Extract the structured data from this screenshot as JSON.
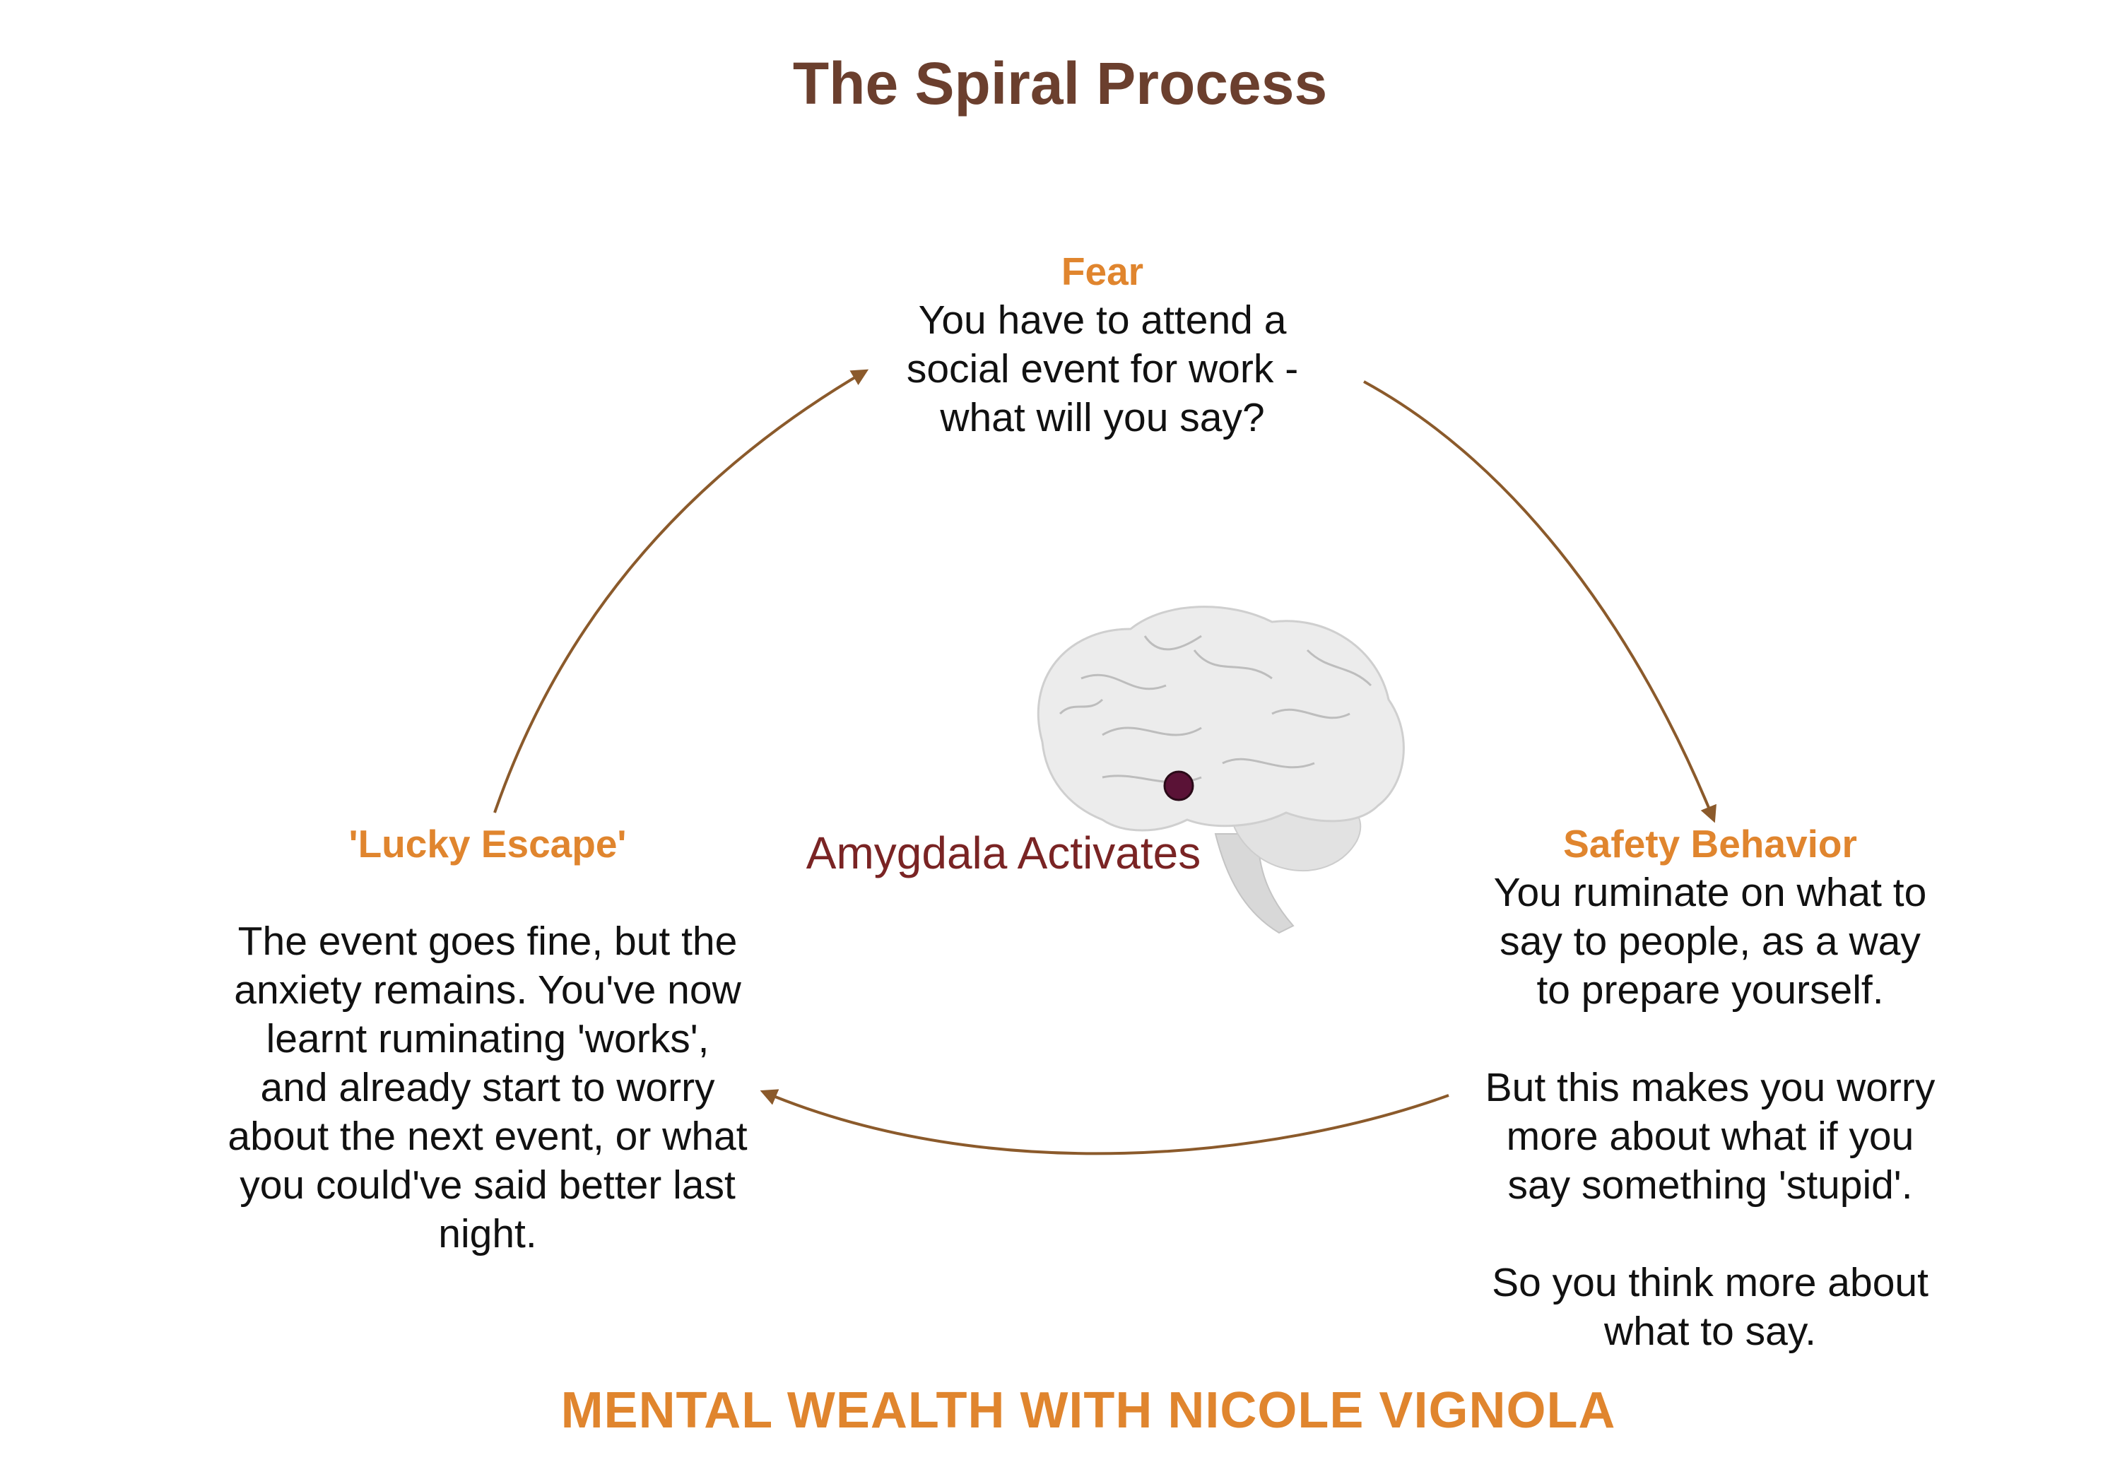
{
  "title": "The Spiral Process",
  "center_label": "Amygdala Activates",
  "nodes": {
    "fear": {
      "heading": "Fear",
      "text": "You have to attend a\nsocial event for work -\nwhat will you say?"
    },
    "safety": {
      "heading": "Safety Behavior",
      "text": "You ruminate on what to\nsay to people, as a way\nto prepare yourself.\n\nBut this makes you worry\nmore about what if you\nsay something 'stupid'.\n\nSo you think more about\nwhat to say."
    },
    "lucky": {
      "heading": "'Lucky Escape'",
      "text": "The event goes fine, but the\nanxiety remains. You've now\nlearnt ruminating 'works',\nand already start to worry\nabout the next event, or what\nyou could've said better last\nnight."
    }
  },
  "footer": "MENTAL WEALTH WITH NICOLE VIGNOLA",
  "colors": {
    "title": "#6b3f2e",
    "heading": "#e0852e",
    "arrow": "#8b5a2b",
    "amygdala_label": "#7a2424",
    "amygdala_dot": "#5a1236",
    "brain": "#e6e6e6"
  }
}
